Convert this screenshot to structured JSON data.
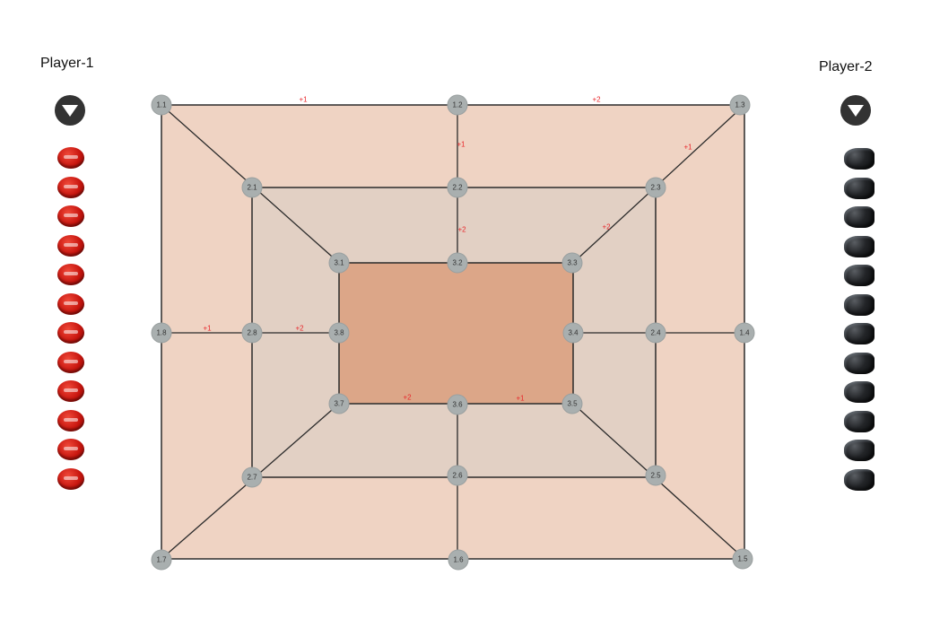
{
  "players": {
    "p1": {
      "label": "Player-1",
      "piece_icon": "coca-cola-cap-icon",
      "piece_count": 12,
      "turn_icon": "chevron-down-icon"
    },
    "p2": {
      "label": "Player-2",
      "piece_icon": "black-rock-icon",
      "piece_count": 12,
      "turn_icon": "chevron-down-icon"
    }
  },
  "board": {
    "colors": {
      "outer": "#efd3c3",
      "middle": "#e2d0c4",
      "inner": "#dca688",
      "line": "#2b2b2b",
      "node": "#a9afaf",
      "edge_label": "#e8262a"
    },
    "nodes": [
      "1.1",
      "1.2",
      "1.3",
      "1.4",
      "1.5",
      "1.6",
      "1.7",
      "1.8",
      "2.1",
      "2.2",
      "2.3",
      "2.4",
      "2.5",
      "2.6",
      "2.7",
      "2.8",
      "3.1",
      "3.2",
      "3.3",
      "3.4",
      "3.5",
      "3.6",
      "3.7",
      "3.8"
    ],
    "edge_labels": [
      "+1",
      "+2",
      "+1",
      "+1",
      "+2",
      "+2",
      "+1",
      "+2",
      "+2",
      "+1"
    ]
  }
}
